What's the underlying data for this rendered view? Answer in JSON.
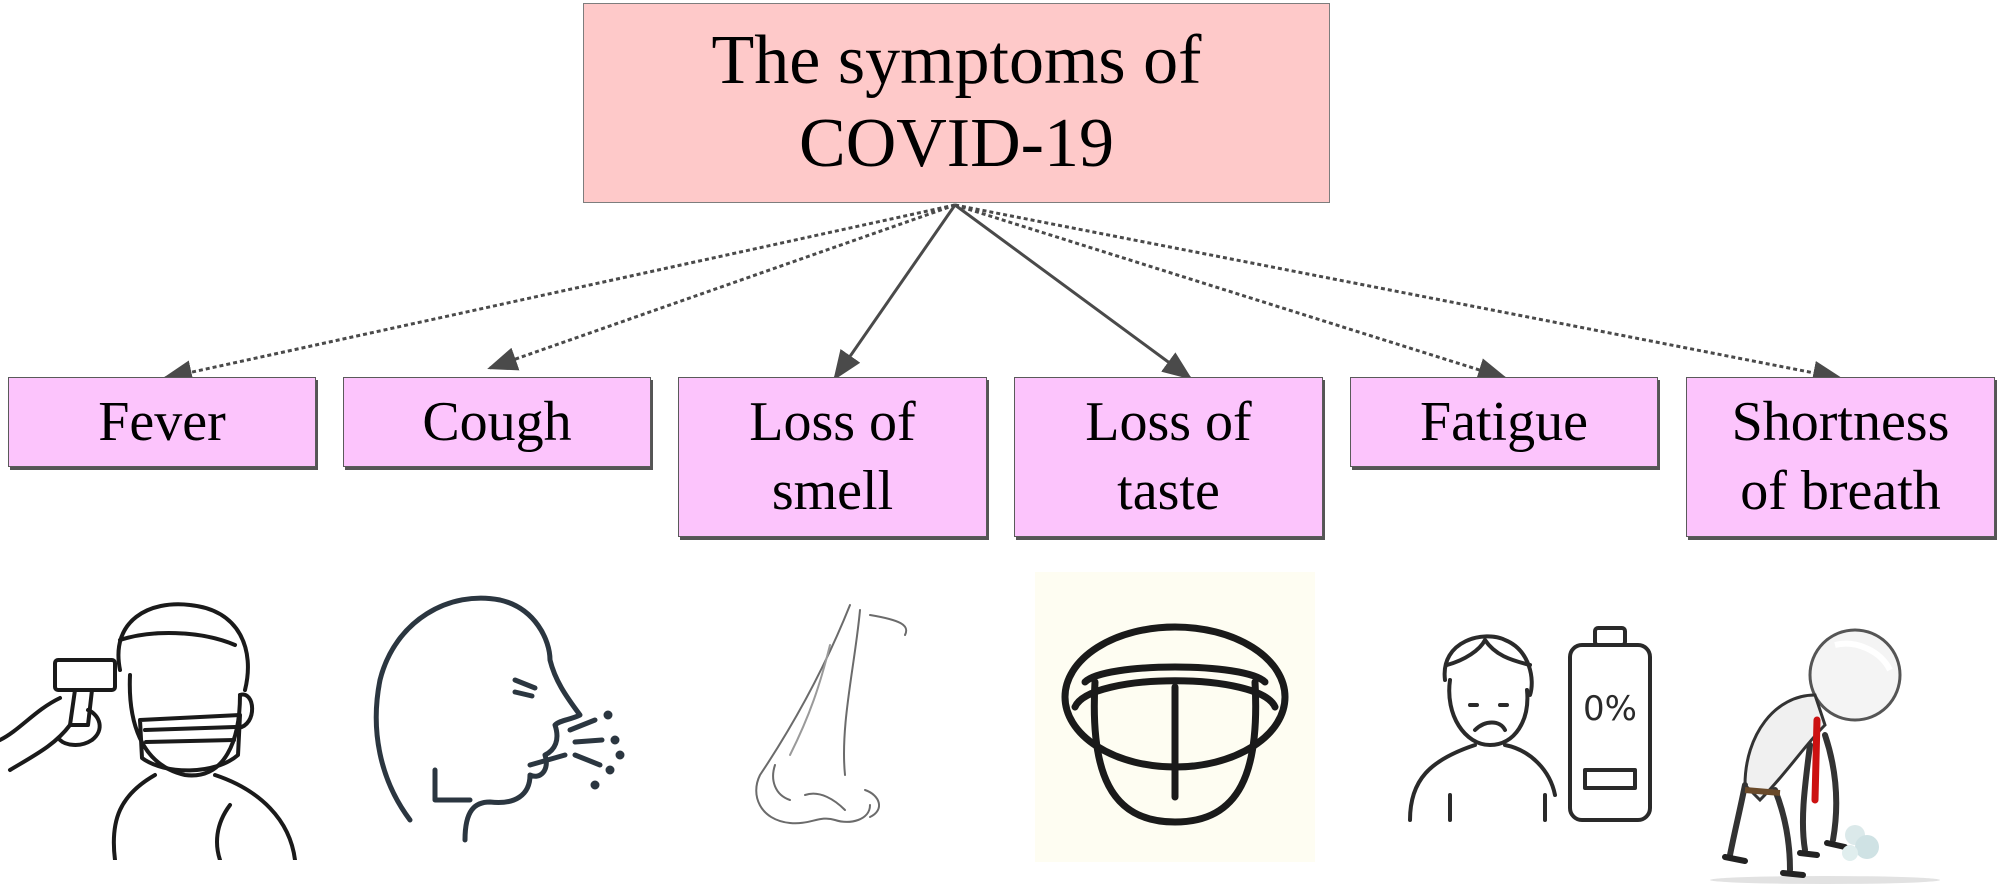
{
  "title": "The symptoms of\nCOVID-19",
  "colors": {
    "root_fill": "#fec9c9",
    "symptom_fill": "#fcc4fc",
    "connector": "#4a4a4a"
  },
  "symptoms": [
    {
      "label": "Fever",
      "icon": "thermometer-scan-icon"
    },
    {
      "label": "Cough",
      "icon": "coughing-person-icon"
    },
    {
      "label": "Loss of\nsmell",
      "icon": "nose-icon"
    },
    {
      "label": "Loss of\ntaste",
      "icon": "tongue-icon"
    },
    {
      "label": "Fatigue",
      "icon": "empty-battery-icon",
      "battery_text": "0%"
    },
    {
      "label": "Shortness\nof breath",
      "icon": "exhausted-figure-icon"
    }
  ]
}
